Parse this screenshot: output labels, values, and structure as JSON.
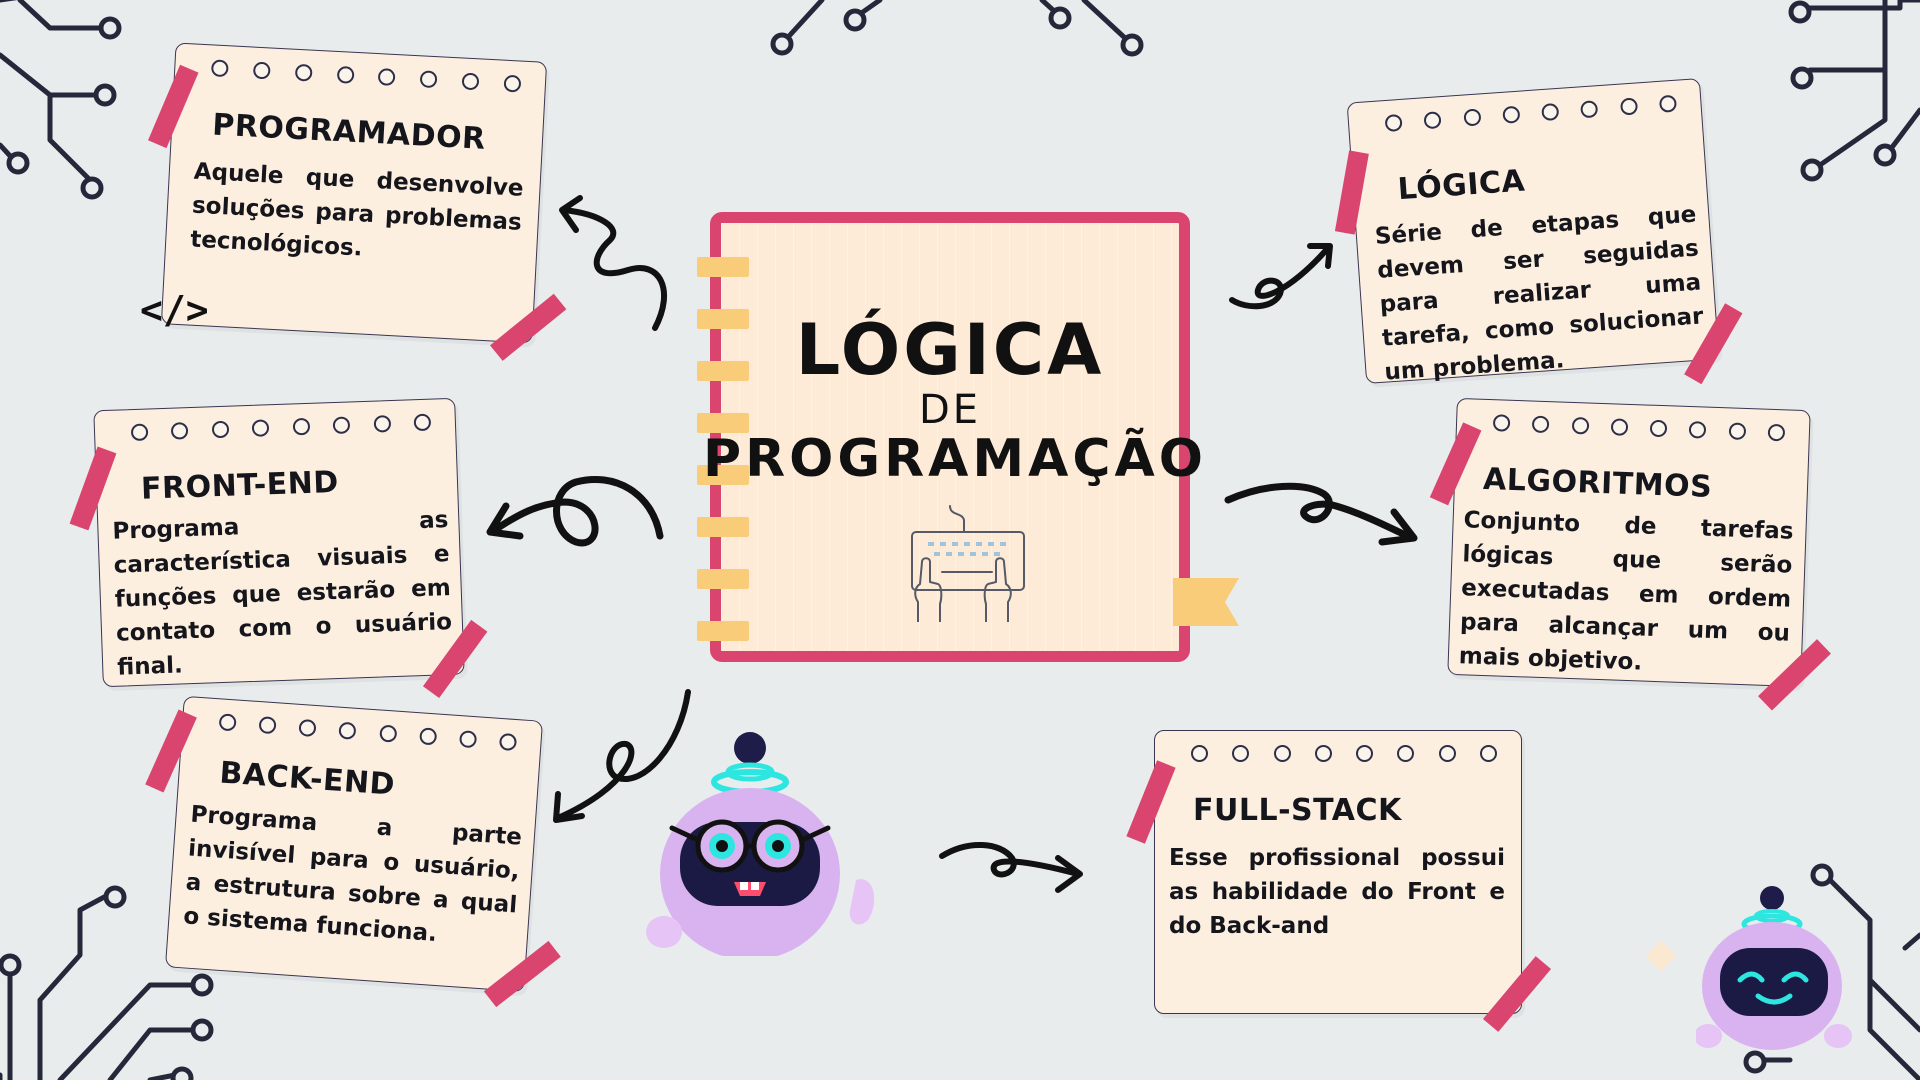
{
  "center": {
    "title": "LÓGICA",
    "connector": "DE",
    "subtitle": "PROGRAMAÇÃO",
    "icon": "typing-keyboard-icon"
  },
  "notes": {
    "programador": {
      "title": "PROGRAMADOR",
      "text": "Aquele que desenvolve soluções para problemas tecnológicos.",
      "icon_text": "</>"
    },
    "logica": {
      "title": "LÓGICA",
      "text": "Série de etapas que devem ser seguidas para realizar uma tarefa, como solucionar um problema."
    },
    "front_end": {
      "title": "FRONT-END",
      "text": "Programa as característica visuais e funções que estarão em contato com o usuário final."
    },
    "algoritmos": {
      "title": "ALGORITMOS",
      "text": "Conjunto de tarefas lógicas que serão executadas em ordem para alcançar um ou mais objetivo."
    },
    "back_end": {
      "title": "BACK-END",
      "text": "Programa a parte invisível para o usuário, a estrutura sobre a qual o sistema funciona."
    },
    "full_stack": {
      "title": "FULL-STACK",
      "text": "Esse profissional possui as habilidade do Front e do Back-and"
    }
  },
  "colors": {
    "background": "#e9ecec",
    "note_paper": "#fcefe0",
    "tape_pink": "#d9456f",
    "spiral_yellow": "#f9cc7a",
    "robot_lilac": "#d9b2f0",
    "robot_cyan": "#2ee6e0",
    "ink": "#15151c"
  }
}
